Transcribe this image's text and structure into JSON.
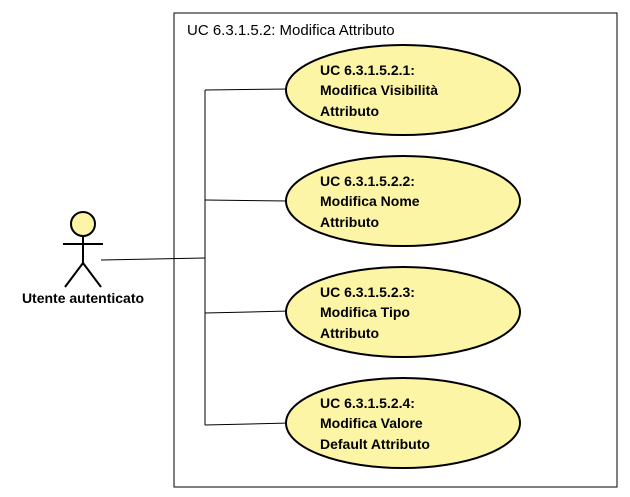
{
  "colors": {
    "use_case_fill": "#fdf5a6",
    "actor_fill": "#fdf5a6",
    "line": "#000000",
    "background": "#ffffff"
  },
  "system": {
    "title": "UC 6.3.1.5.2: Modifica Attributo"
  },
  "actor": {
    "name": "Utente autenticato"
  },
  "use_cases": [
    {
      "lines": [
        "UC 6.3.1.5.2.1:",
        "Modifica Visibilità",
        "Attributo"
      ]
    },
    {
      "lines": [
        "UC 6.3.1.5.2.2:",
        "Modifica Nome",
        "Attributo"
      ]
    },
    {
      "lines": [
        "UC 6.3.1.5.2.3:",
        "Modifica Tipo",
        "Attributo"
      ]
    },
    {
      "lines": [
        "UC 6.3.1.5.2.4:",
        "Modifica Valore",
        "Default Attributo"
      ]
    }
  ]
}
